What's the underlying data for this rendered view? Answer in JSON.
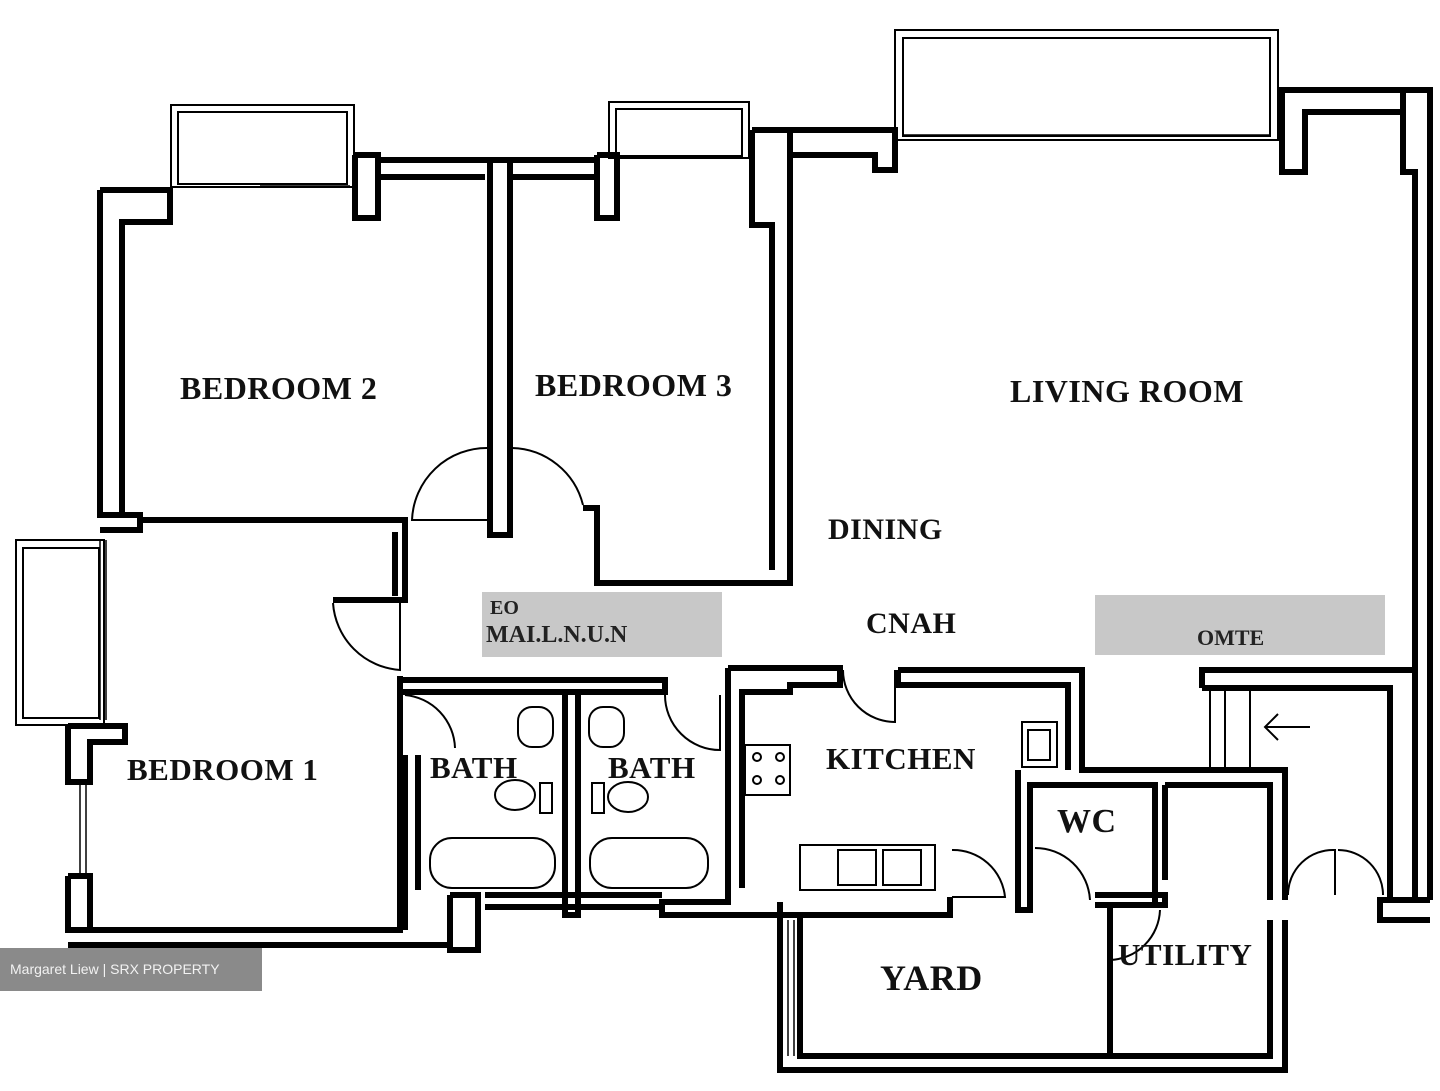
{
  "rooms": {
    "bedroom_2": "BEDROOM 2",
    "bedroom_3": "BEDROOM 3",
    "living_room": "LIVING ROOM",
    "dining": "DINING",
    "hall": "CNAH",
    "bedroom_1": "BEDROOM 1",
    "bath_left": "BATH",
    "bath_right": "BATH",
    "kitchen": "KITCHEN",
    "wc": "WC",
    "yard": "YARD",
    "utility": "UTILITY"
  },
  "smudged_text": {
    "left_block_line1": "EO",
    "left_block_line2": "MAI.L.N.U.N",
    "right_block": "OMTE"
  },
  "watermark": "Margaret Liew | SRX PROPERTY",
  "colors": {
    "wall": "#000000",
    "background": "#ffffff",
    "smudge": "#a0a0a0",
    "watermark_bg": "#8a8a8a"
  }
}
